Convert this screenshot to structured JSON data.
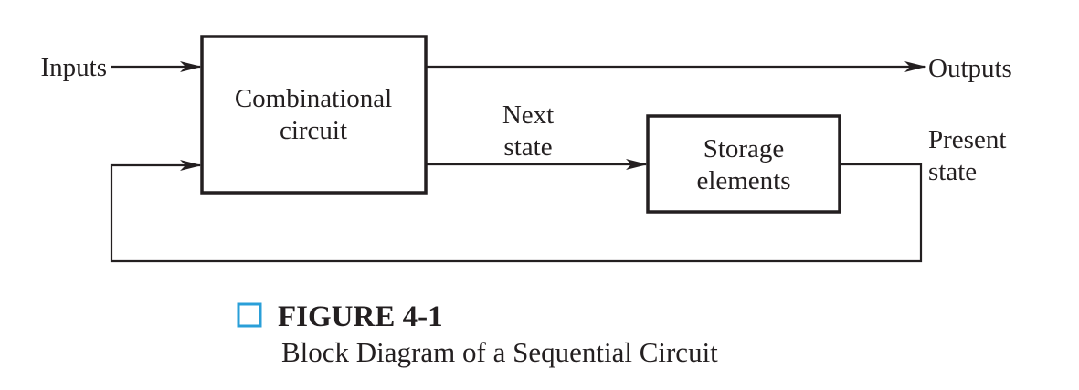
{
  "diagram": {
    "inputs_label": "Inputs",
    "outputs_label": "Outputs",
    "combinational_line1": "Combinational",
    "combinational_line2": "circuit",
    "storage_line1": "Storage",
    "storage_line2": "elements",
    "next_state_line1": "Next",
    "next_state_line2": "state",
    "present_state_line1": "Present",
    "present_state_line2": "state"
  },
  "caption": {
    "figure_number": "FIGURE 4-1",
    "title": "Block Diagram of a Sequential Circuit",
    "marker_color": "#2a9fd8"
  }
}
